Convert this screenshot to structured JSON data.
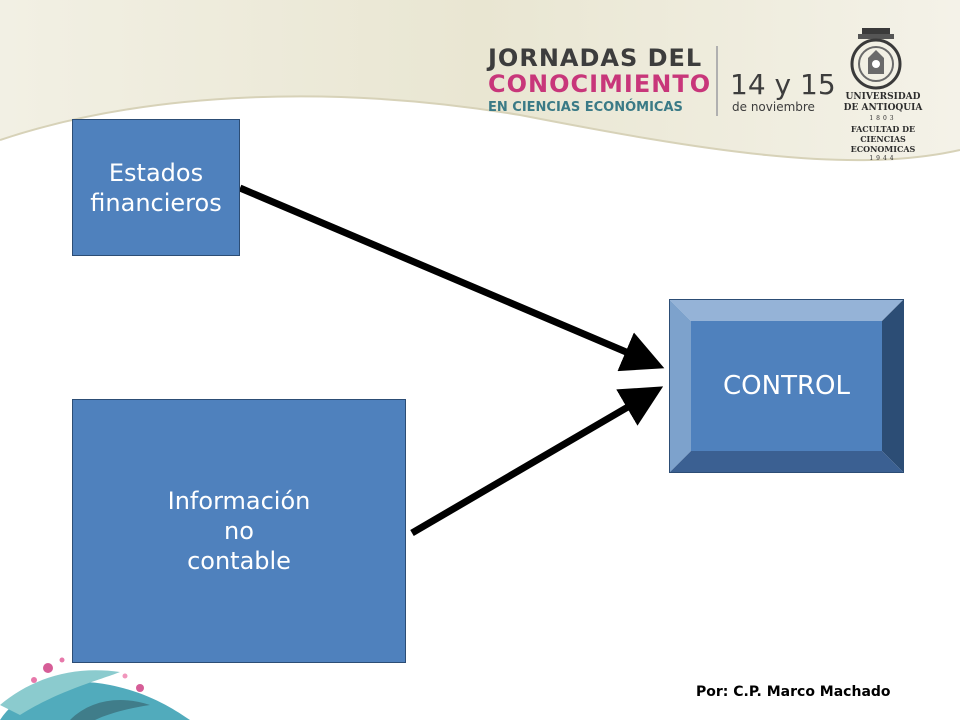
{
  "banner": {
    "event_line1": "JORNADAS DEL",
    "event_line2": "CONOCIMIENTO",
    "event_line3": "EN CIENCIAS ECONÓMICAS",
    "date": "14 y 15",
    "month": "de noviembre"
  },
  "university": {
    "name_line1": "UNIVERSIDAD",
    "name_line2": "DE ANTIOQUIA",
    "year1": "1803",
    "faculty_line1": "FACULTAD DE",
    "faculty_line2": "CIENCIAS ECONOMICAS",
    "year2": "1944"
  },
  "diagram": {
    "box_estados": [
      "Estados",
      "financieros"
    ],
    "box_info": [
      "Información",
      "no",
      "contable"
    ],
    "box_control": "CONTROL"
  },
  "footer": {
    "author": "Por: C.P. Marco Machado"
  },
  "colors": {
    "box_fill": "#4f81bd",
    "box_border": "#2c4d75",
    "arrow": "#000000",
    "accent_pink": "#c8367a",
    "accent_teal": "#3a7a86"
  }
}
